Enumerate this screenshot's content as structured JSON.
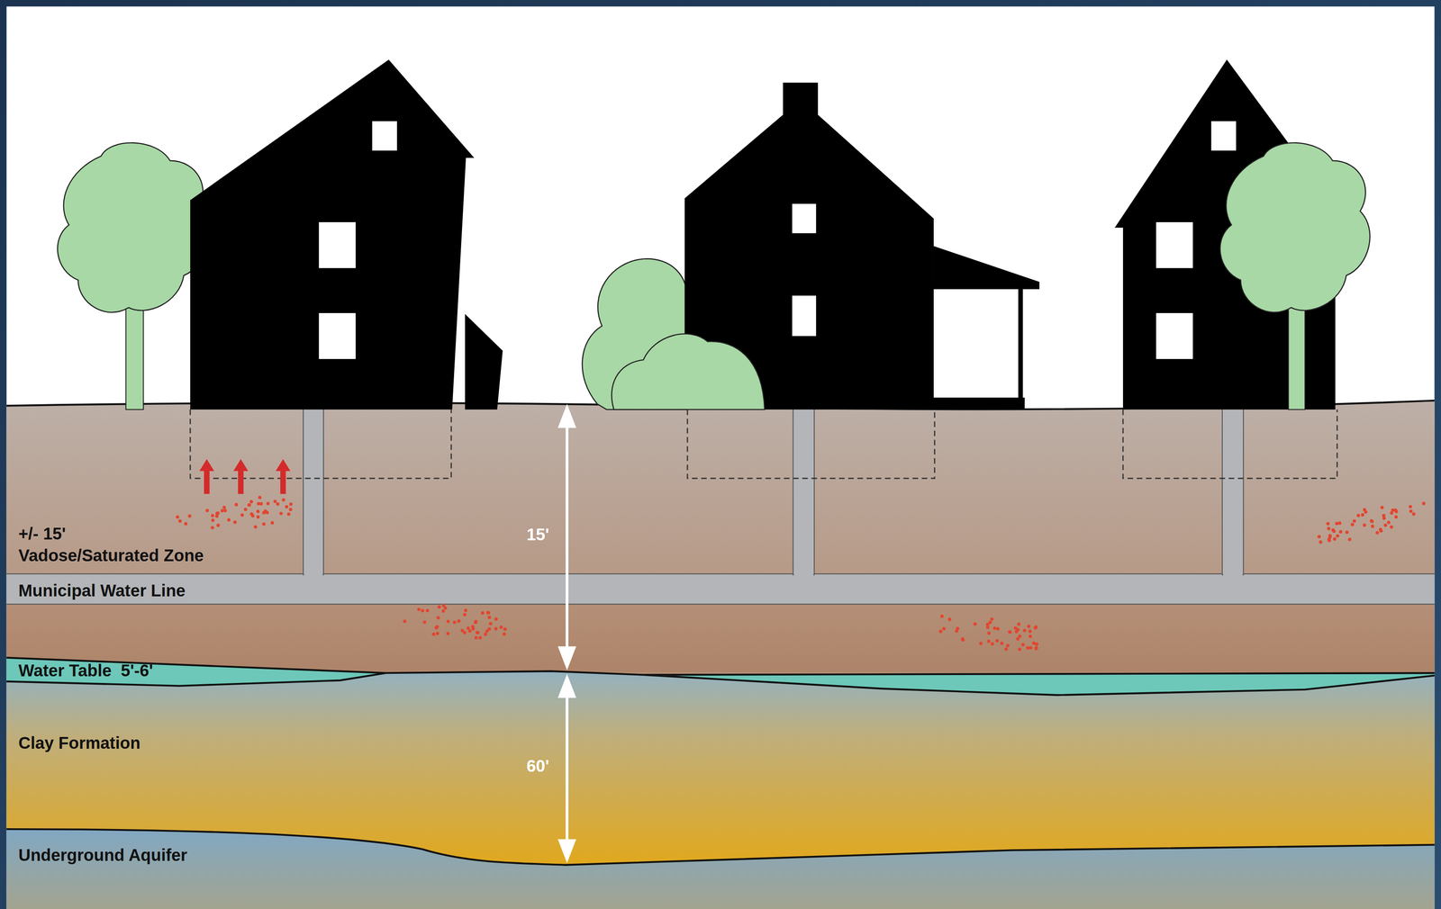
{
  "diagram": {
    "labels": [
      "+/- 15'",
      "Vadose/Saturated Zone",
      "Municipal Water Line",
      "15'",
      "Water Table  5'-6'",
      "Clay Formation",
      "60'",
      "Underground Aquifer"
    ]
  }
}
